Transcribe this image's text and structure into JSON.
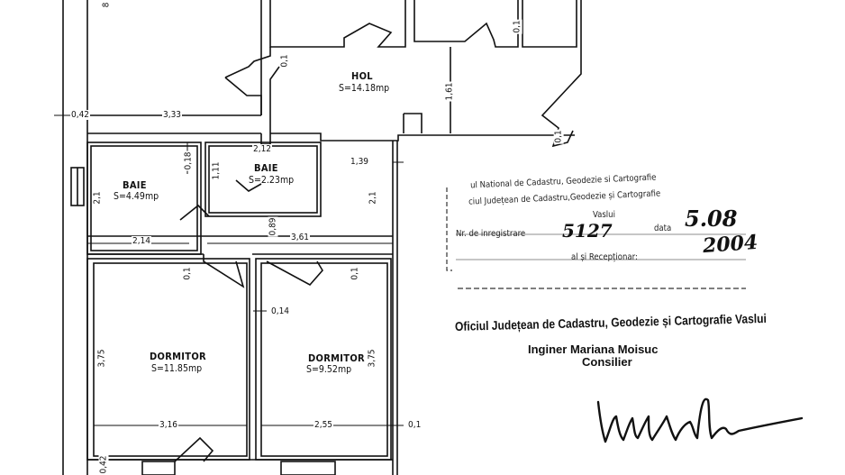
{
  "rooms": {
    "hol": {
      "name": "HOL",
      "area": "S=14.18mp"
    },
    "baie_left": {
      "name": "BAIE",
      "area": "S=4.49mp"
    },
    "baie_small": {
      "name": "BAIE",
      "area": "S=2.23mp"
    },
    "dormitor_left": {
      "name": "DORMITOR",
      "area": "S=11.85mp"
    },
    "dormitor_right": {
      "name": "DORMITOR",
      "area": "S=9.52mp"
    }
  },
  "dimensions": {
    "d_0_1_top_right": "0,1",
    "d_0_1_hol_left": "0,1",
    "d_1_61": "1,61",
    "d_0_1_hol_right": "0,1",
    "d_0_42_top": "0,42",
    "d_3_33": "3,33",
    "d_0_18": "0,18",
    "d_2_12": "2,12",
    "d_1_11": "1,11",
    "d_1_39": "1,39",
    "d_2_1_baie": "2,1",
    "d_2_1_mid": "2,1",
    "d_0_89": "0,89",
    "d_2_14": "2,14",
    "d_3_61": "3,61",
    "d_0_1_left": "0,1",
    "d_0_1_mid": "0,1",
    "d_0_14": "0,14",
    "d_3_75_left": "3,75",
    "d_3_75_right": "3,75",
    "d_3_16": "3,16",
    "d_2_55": "2,55",
    "d_0_1_bottom": "0,1",
    "d_0_42_bottom": "0,42",
    "d_8_top": "8"
  },
  "stamp": {
    "line1": "ul National de Cadastru, Geodezie si Cartografie",
    "line2": "ciul Județean de Cadastru,Geodezie și Cartografie",
    "line3": "Vaslui",
    "reg_label": "Nr. de inregistrare",
    "reg_number": "5127",
    "date_label": "data",
    "date_value": "5.08",
    "year": "2004",
    "receptie": "al și Recepționar:"
  },
  "office": {
    "name": "Oficiul Județean de Cadastru, Geodezie și Cartografie Vaslui",
    "engineer": "Inginer  Mariana  Moisuc",
    "role": "Consilier"
  }
}
